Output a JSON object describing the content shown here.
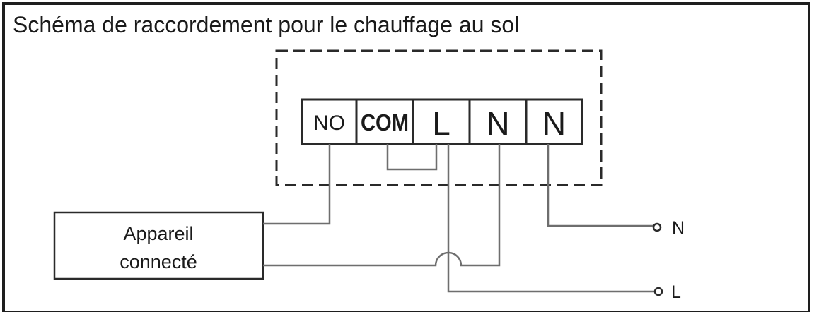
{
  "title": "Schéma de raccordement pour le chauffage au sol",
  "terminals": {
    "no": "NO",
    "com": "COM",
    "l": "L",
    "n1": "N",
    "n2": "N"
  },
  "device": {
    "line1": "Appareil",
    "line2": "connecté"
  },
  "outputs": {
    "n": "N",
    "l": "L"
  }
}
